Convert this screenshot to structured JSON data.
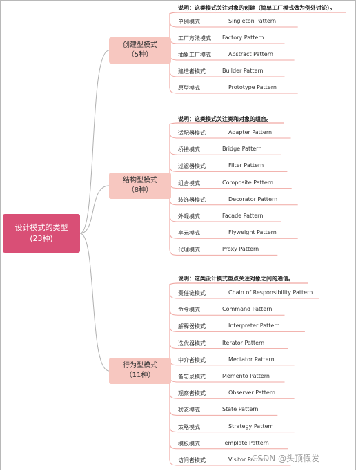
{
  "root": {
    "title": "设计模式的类型",
    "count": "(23种)"
  },
  "categories": [
    {
      "name": "创建型模式",
      "count": "（5种）",
      "note": "说明：这类模式关注对象的创建（简单工厂模式做为例外讨论）。",
      "items": [
        {
          "cn": "单例模式",
          "en": "Singleton Pattern"
        },
        {
          "cn": "工厂方法模式",
          "en": "Factory Pattern"
        },
        {
          "cn": "抽象工厂模式",
          "en": "Abstract Pattern"
        },
        {
          "cn": "建造者模式",
          "en": "Builder Pattern"
        },
        {
          "cn": "原型模式",
          "en": "Prototype Pattern"
        }
      ]
    },
    {
      "name": "结构型模式",
      "count": "（8种）",
      "note": "说明：这类模式关注类和对象的组合。",
      "items": [
        {
          "cn": "适配器模式",
          "en": "Adapter Pattern"
        },
        {
          "cn": "桥接模式",
          "en": "Bridge Pattern"
        },
        {
          "cn": "过滤器模式",
          "en": "Filter Pattern"
        },
        {
          "cn": "组合模式",
          "en": "Composite Pattern"
        },
        {
          "cn": "装饰器模式",
          "en": "Decorator Pattern"
        },
        {
          "cn": "外观模式",
          "en": "Facade Pattern"
        },
        {
          "cn": "享元模式",
          "en": "Flyweight Pattern"
        },
        {
          "cn": "代理模式",
          "en": "Proxy Pattern"
        }
      ]
    },
    {
      "name": "行为型模式",
      "count": "（11种）",
      "note": "说明：这类设计模式重点关注对象之间的通信。",
      "items": [
        {
          "cn": "责任链模式",
          "en": "Chain of Responsibility Pattern"
        },
        {
          "cn": "命令模式",
          "en": "Command Pattern"
        },
        {
          "cn": "解释器模式",
          "en": "Interpreter Pattern"
        },
        {
          "cn": "迭代器模式",
          "en": "Iterator Pattern"
        },
        {
          "cn": "中介者模式",
          "en": "Mediator Pattern"
        },
        {
          "cn": "备忘录模式",
          "en": "Memento Pattern"
        },
        {
          "cn": "观察者模式",
          "en": "Observer Pattern"
        },
        {
          "cn": "状态模式",
          "en": "State Pattern"
        },
        {
          "cn": "策略模式",
          "en": "Strategy Pattern"
        },
        {
          "cn": "模板模式",
          "en": "Template Pattern"
        },
        {
          "cn": "访问者模式",
          "en": "Visitor Pattern"
        }
      ]
    }
  ],
  "watermark": "CSDN @头顶假发",
  "colors": {
    "root": "#d94f76",
    "category": "#f7c7c0",
    "link": "#f0a9a4",
    "category_line": "#b0b0b0",
    "underline": "#888888"
  }
}
